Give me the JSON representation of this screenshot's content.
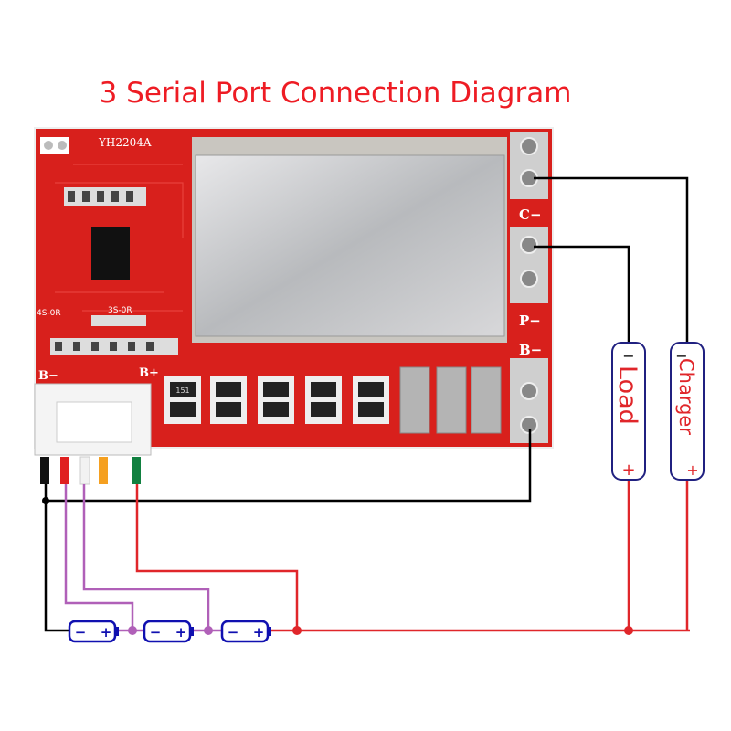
{
  "title": "3 Serial Port Connection Diagram",
  "board": {
    "model": "YH2204A",
    "labels": {
      "c_minus": "C−",
      "p_minus": "P−",
      "b_minus_right": "B−",
      "b_minus_left": "B−",
      "b_plus": "B+",
      "r1": "4S-0R",
      "r2": "3S-0R",
      "mosfet": "151"
    }
  },
  "load": {
    "label": "Load",
    "minus": "−",
    "plus": "+"
  },
  "charger": {
    "label": "Charger",
    "minus": "−",
    "plus": "+"
  },
  "batteries": [
    {
      "minus": "−",
      "plus": "+"
    },
    {
      "minus": "−",
      "plus": "+"
    },
    {
      "minus": "−",
      "plus": "+"
    }
  ],
  "colors": {
    "title": "#ee1c24",
    "board": "#d8201c",
    "wire_red": "#e0262a",
    "wire_purple": "#b060b8",
    "wire_black": "#000000",
    "battery": "#1010b0",
    "terminal_box": "#202080"
  }
}
